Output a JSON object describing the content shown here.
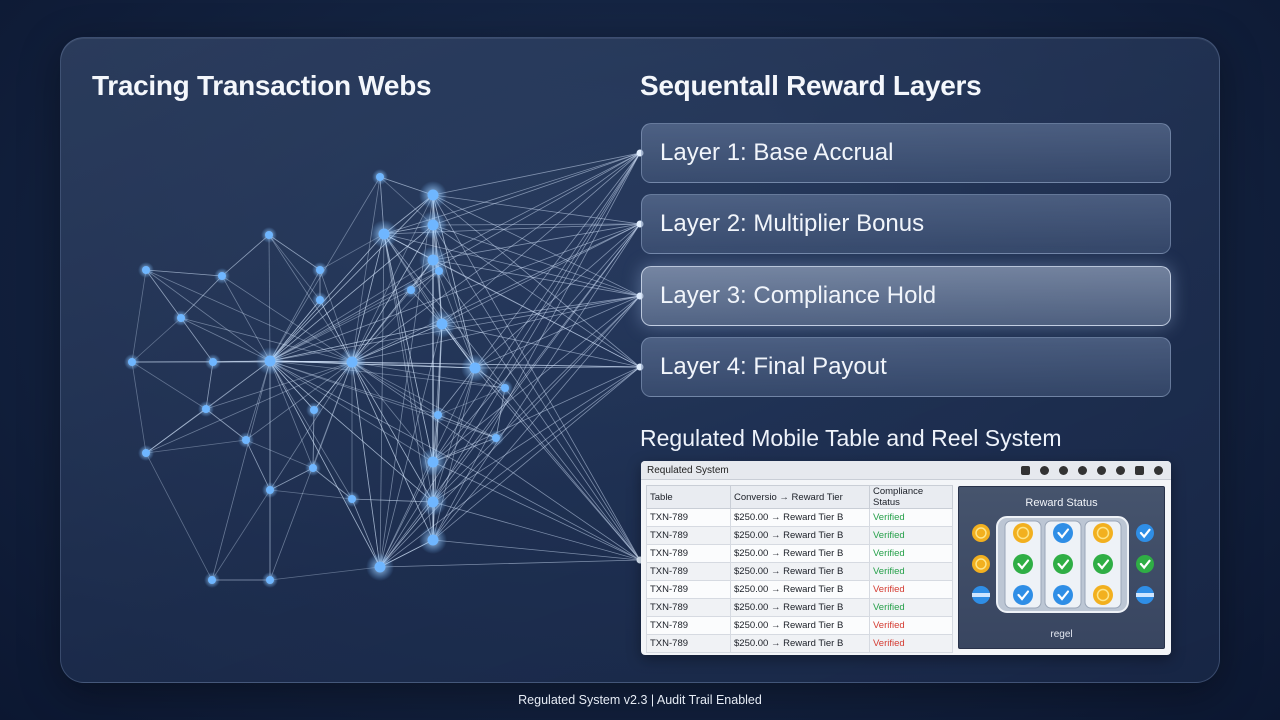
{
  "header": {
    "left_title": "Tracing Transaction Webs",
    "right_title": "Sequentall Reward Layers"
  },
  "layers": [
    {
      "label": "Layer 1: Base Accrual",
      "active": false
    },
    {
      "label": "Layer 2: Multiplier Bonus",
      "active": false
    },
    {
      "label": "Layer 3: Compliance Hold",
      "active": true
    },
    {
      "label": "Layer 4: Final Payout",
      "active": false
    }
  ],
  "system_title": "Regulated Mobile Table and Reel System",
  "window": {
    "title": "Requlated System",
    "toolbar_icons": [
      "grid-icon",
      "clock-icon",
      "info-icon",
      "refresh-icon",
      "link-icon",
      "lock-icon",
      "shield-icon",
      "settings-icon"
    ],
    "columns": [
      "Table",
      "Conversio → Reward Tier",
      "Compliance Status"
    ],
    "rows": [
      {
        "id": "TXN-789",
        "conversion": "$250.00 → Reward Tier B",
        "status": "Verified",
        "flag": "ok"
      },
      {
        "id": "TXN-789",
        "conversion": "$250.00 → Reward Tier B",
        "status": "Verified",
        "flag": "ok"
      },
      {
        "id": "TXN-789",
        "conversion": "$250.00 → Reward Tier B",
        "status": "Verified",
        "flag": "ok"
      },
      {
        "id": "TXN-789",
        "conversion": "$250.00 → Reward Tier B",
        "status": "Verified",
        "flag": "ok"
      },
      {
        "id": "TXN-789",
        "conversion": "$250.00 → Reward Tier B",
        "status": "Verified",
        "flag": "warn"
      },
      {
        "id": "TXN-789",
        "conversion": "$250.00 → Reward Tier B",
        "status": "Verified",
        "flag": "ok"
      },
      {
        "id": "TXN-789",
        "conversion": "$250.00 → Reward Tier B",
        "status": "Verified",
        "flag": "warn"
      },
      {
        "id": "TXN-789",
        "conversion": "$250.00 → Reward Tier B",
        "status": "Verified",
        "flag": "warn"
      }
    ],
    "reward_panel": {
      "title": "Reward Status",
      "footer": "regel",
      "grid": [
        [
          "coin-icon",
          "check-blue-icon",
          "coin-icon"
        ],
        [
          "check-green-icon",
          "check-green-icon",
          "check-green-icon"
        ],
        [
          "check-blue-icon",
          "check-blue-icon",
          "coin-icon"
        ]
      ],
      "side_left": [
        "coin-icon",
        "coin-icon",
        "disc-blue-icon"
      ],
      "side_right": [
        "check-blue-icon",
        "check-green-icon",
        "disc-blue-icon"
      ]
    }
  },
  "footer": "Regulated System v2.3 | Audit Trail Enabled",
  "colors": {
    "node": "#6fb6ff",
    "verified": "#26a04a",
    "flagged": "#d43c32",
    "coin": "#f2b01f",
    "check_green": "#2fae45",
    "check_blue": "#2f8ee6"
  }
}
